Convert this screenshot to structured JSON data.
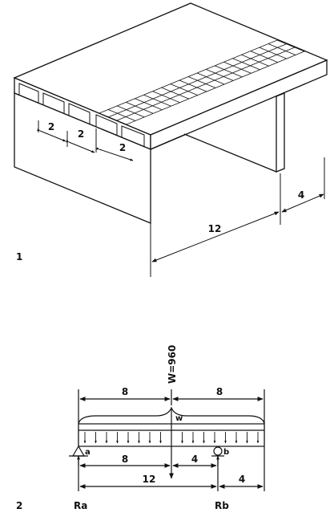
{
  "figure1": {
    "label": "1",
    "slab_widths": [
      "2",
      "2",
      "2"
    ],
    "span_main": "12",
    "span_overhang": "4"
  },
  "figure2": {
    "label": "2",
    "load_label": "W=960",
    "load_half_left": "8",
    "load_half_right": "8",
    "w_symbol": "w",
    "dist_a_to_load": "8",
    "dist_load_to_b": "4",
    "span_ab": "12",
    "overhang": "4",
    "support_a": "a",
    "support_b": "b",
    "reaction_a": "Ra",
    "reaction_b": "Rb"
  }
}
